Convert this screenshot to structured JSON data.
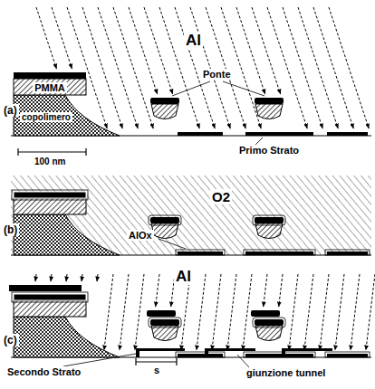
{
  "diagram": {
    "nodes": [
      {
        "text": [
          "PMMA"
        ]
      },
      {
        "text": [
          "copolimero"
        ]
      }
    ],
    "labels": [
      "Al",
      "Ponte",
      "(a)",
      "100 nm",
      "Primo Strato",
      "O2",
      "AlOx",
      "(b)",
      "Al",
      "(c)",
      "Secondo Strato",
      "s",
      "giunzione tunnel"
    ]
  }
}
